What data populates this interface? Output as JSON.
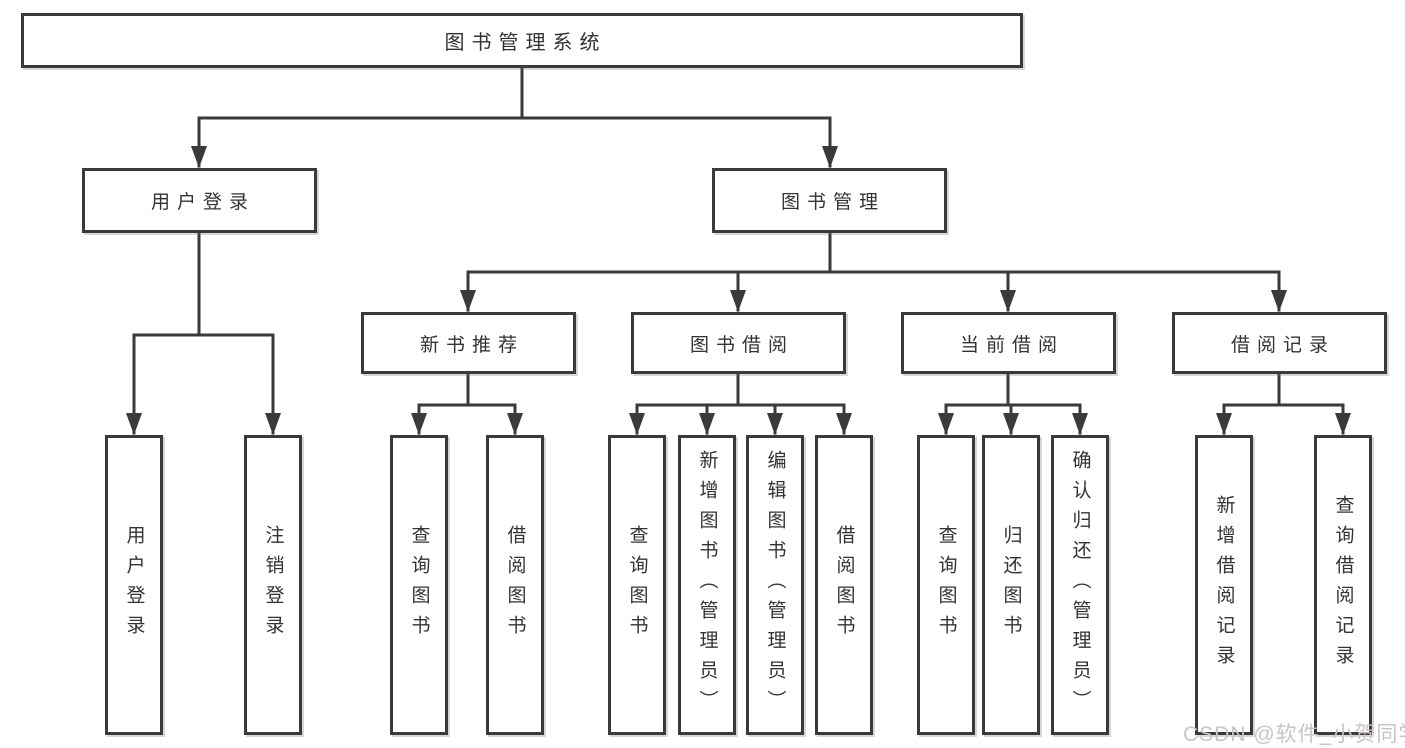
{
  "diagram": {
    "root": {
      "label": "图书管理系统"
    },
    "level2": [
      {
        "label": "用户登录",
        "leaves": [
          {
            "label": "用户登录"
          },
          {
            "label": "注销登录"
          }
        ]
      },
      {
        "label": "图书管理",
        "groups": [
          {
            "label": "新书推荐",
            "leaves": [
              {
                "label": "查询图书"
              },
              {
                "label": "借阅图书"
              }
            ]
          },
          {
            "label": "图书借阅",
            "leaves": [
              {
                "label": "查询图书"
              },
              {
                "label": "新增图书（管理员）"
              },
              {
                "label": "编辑图书（管理员）"
              },
              {
                "label": "借阅图书"
              }
            ]
          },
          {
            "label": "当前借阅",
            "leaves": [
              {
                "label": "查询图书"
              },
              {
                "label": "归还图书"
              },
              {
                "label": "确认归还（管理员）"
              }
            ]
          },
          {
            "label": "借阅记录",
            "leaves": [
              {
                "label": "新增借阅记录"
              },
              {
                "label": "查询借阅记录"
              }
            ]
          }
        ]
      }
    ]
  },
  "watermark": {
    "text": "CSDN @软件_小贺同学"
  },
  "colors": {
    "line": "#3a3a3a",
    "text": "#333333",
    "watermark": "#cbc4c4",
    "background": "#ffffff"
  }
}
